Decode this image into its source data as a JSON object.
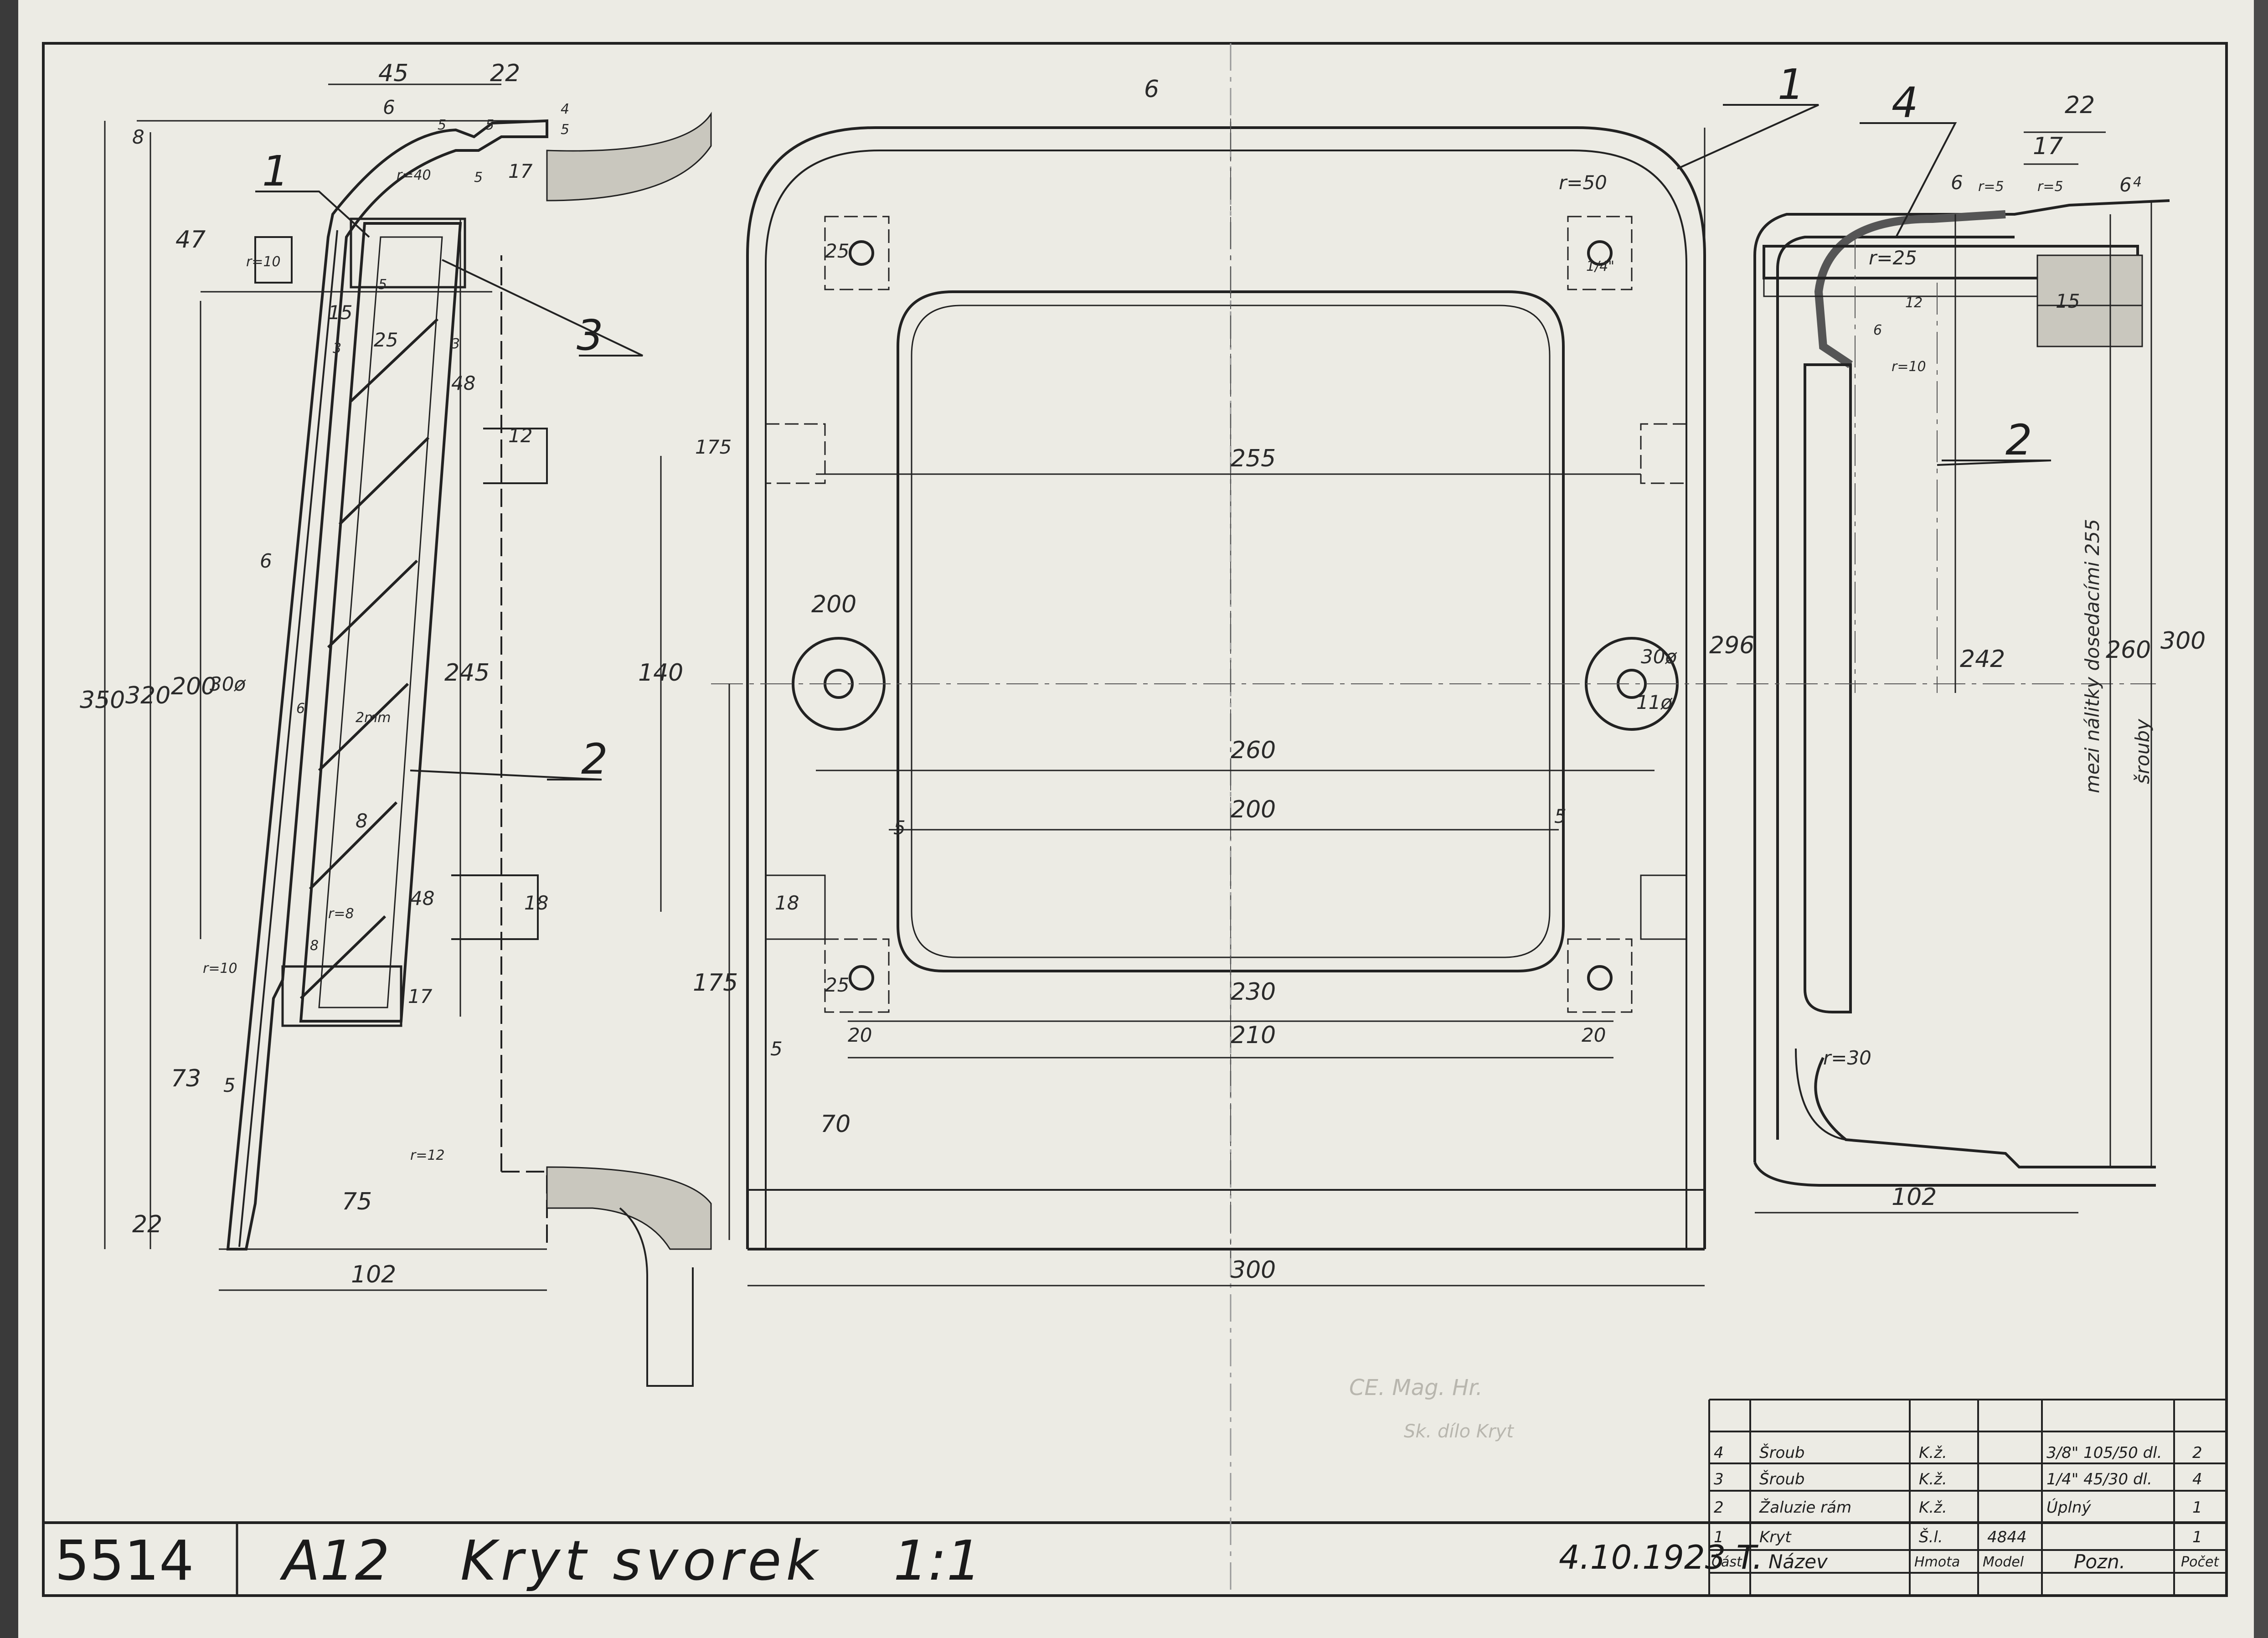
{
  "title_block": {
    "drawing_number": "5514",
    "code": "A12",
    "title": "Kryt svorek",
    "scale": "1:1",
    "date": "4.10.1923 T."
  },
  "callouts": [
    "1",
    "2",
    "3",
    "1",
    "2",
    "4"
  ],
  "left_view": {
    "dims": [
      "45",
      "22",
      "6",
      "5",
      "5",
      "4",
      "5",
      "8",
      "5",
      "17",
      "r=40",
      "47",
      "r=10",
      "5",
      "15",
      "3",
      "25",
      "3",
      "48",
      "12",
      "6",
      "350",
      "320",
      "200",
      "30ø",
      "6",
      "2mm",
      "245",
      "8",
      "48",
      "18",
      "r=8",
      "8",
      "r=10",
      "17",
      "73",
      "5",
      "r=12",
      "22",
      "75",
      "102"
    ]
  },
  "center_view": {
    "dims": [
      "6",
      "r=50",
      "25",
      "1/4\"",
      "175",
      "255",
      "200",
      "140",
      "30ø",
      "11ø",
      "296",
      "260",
      "5",
      "200",
      "5",
      "18",
      "175",
      "25",
      "230",
      "20",
      "210",
      "20",
      "5",
      "70",
      "300"
    ]
  },
  "right_view": {
    "dims": [
      "22",
      "17",
      "6",
      "r=5",
      "r=5",
      "4",
      "6",
      "r=25",
      "12",
      "15",
      "6",
      "r=10",
      "242",
      "mezi nálitky dosedacími 255",
      "260",
      "300",
      "šrouby",
      "r=30",
      "102"
    ]
  },
  "bom": {
    "headers": [
      "Část",
      "Název",
      "Hmota",
      "Model",
      "Pozn.",
      "Počet"
    ],
    "rows": [
      [
        "4",
        "Šroub",
        "K.ž.",
        "",
        "3/8\" 105/50 dl.",
        "2"
      ],
      [
        "3",
        "Šroub",
        "K.ž.",
        "",
        "1/4\" 45/30 dl.",
        "4"
      ],
      [
        "2",
        "Žaluzie rám",
        "K.ž.",
        "",
        "Úplný",
        "1"
      ],
      [
        "1",
        "Kryt",
        "Š.l.",
        "4844",
        "",
        "1"
      ]
    ]
  },
  "stamp": [
    "CE. Mag. Hr.",
    "Sk. dílo Kryt"
  ]
}
